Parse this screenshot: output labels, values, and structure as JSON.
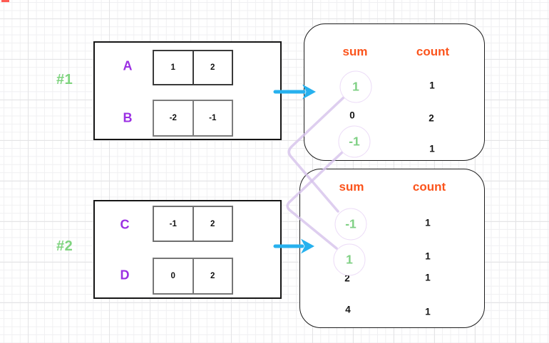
{
  "palette": {
    "green": "#7ed37e",
    "purple": "#9b2fe3",
    "orange": "#fb541c",
    "cyan_arrow": "#27b1ee",
    "lavender_connector": "#d6c2eb",
    "red_mark": "#ff4036"
  },
  "groups": [
    {
      "label": "#1",
      "arrays": [
        {
          "name": "A",
          "cells": [
            "1",
            "2"
          ]
        },
        {
          "name": "B",
          "cells": [
            "-2",
            "-1"
          ]
        }
      ],
      "result": {
        "sum_header": "sum",
        "count_header": "count",
        "rows": [
          {
            "sum": "1",
            "count": "1",
            "circled": true
          },
          {
            "sum": "0",
            "count": "2",
            "circled": false
          },
          {
            "sum": "-1",
            "count": "1",
            "circled": true
          }
        ]
      }
    },
    {
      "label": "#2",
      "arrays": [
        {
          "name": "C",
          "cells": [
            "-1",
            "2"
          ]
        },
        {
          "name": "D",
          "cells": [
            "0",
            "2"
          ]
        }
      ],
      "result": {
        "sum_header": "sum",
        "count_header": "count",
        "rows": [
          {
            "sum": "-1",
            "count": "1",
            "circled": true
          },
          {
            "sum": "1",
            "count": "1",
            "circled": true
          },
          {
            "sum": "2",
            "count": "1",
            "circled": false
          },
          {
            "sum": "4",
            "count": "1",
            "circled": false
          }
        ]
      }
    }
  ],
  "connections": [
    {
      "from": "result-1 sum 1",
      "to": "result-2 sum -1"
    },
    {
      "from": "result-1 sum -1",
      "to": "result-2 sum 1"
    }
  ]
}
